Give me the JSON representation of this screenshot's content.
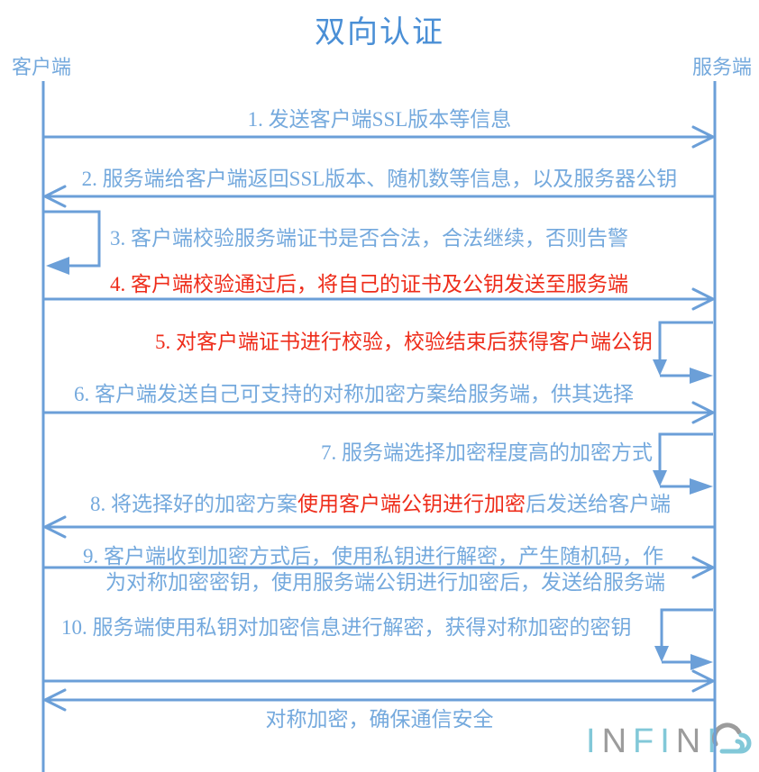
{
  "title": "双向认证",
  "actors": {
    "client": "客户端",
    "server": "服务端"
  },
  "messages": [
    {
      "n": 1,
      "label": "1. 发送客户端SSL版本等信息",
      "from": "client",
      "to": "server",
      "style": "blue"
    },
    {
      "n": 2,
      "label": "2. 服务端给客户端返回SSL版本、随机数等信息，以及服务器公钥",
      "from": "server",
      "to": "client",
      "style": "blue"
    },
    {
      "n": 3,
      "label": "3. 客户端校验服务端证书是否合法，合法继续，否则告警",
      "type": "self-loop",
      "actor": "client",
      "style": "blue"
    },
    {
      "n": 4,
      "label": "4. 客户端校验通过后，将自己的证书及公钥发送至服务端",
      "from": "client",
      "to": "server",
      "style": "red"
    },
    {
      "n": 5,
      "label": "5. 对客户端证书进行校验，校验结束后获得客户端公钥",
      "type": "self-loop",
      "actor": "server",
      "style": "red"
    },
    {
      "n": 6,
      "label": "6. 客户端发送自己可支持的对称加密方案给服务端，供其选择",
      "from": "client",
      "to": "server",
      "style": "blue"
    },
    {
      "n": 7,
      "label": "7. 服务端选择加密程度高的加密方式",
      "type": "self-loop",
      "actor": "server",
      "style": "blue"
    },
    {
      "n": 8,
      "parts": [
        "8. 将选择好的加密方案",
        "使用客户端公钥进行加密",
        "后发送给客户端"
      ],
      "from": "server",
      "to": "client",
      "style": "blue-red-blue"
    },
    {
      "n": 9,
      "lines": [
        "9. 客户端收到加密方式后，使用私钥进行解密，产生随机码，作",
        "为对称加密密钥，使用服务端公钥进行加密后，发送给服务端"
      ],
      "from": "client",
      "to": "server",
      "style": "blue"
    },
    {
      "n": 10,
      "label": "10. 服务端使用私钥对加密信息进行解密，获得对称加密的密钥",
      "type": "self-loop",
      "actor": "server",
      "style": "blue"
    }
  ],
  "final_exchange": {
    "label": "对称加密，确保通信安全",
    "arrows": [
      "client-to-server",
      "server-to-client"
    ]
  },
  "logo": {
    "brand": "INFINI",
    "letters": [
      "I",
      "N",
      "F",
      "I",
      "N",
      "I"
    ],
    "icon": "cloud"
  },
  "colors": {
    "line_blue": "#6b9fd8",
    "text_blue": "#74a9dd",
    "title_blue": "#4a8fd6",
    "accent_red": "#ee2c1a",
    "logo_teal": "#82c8d8",
    "logo_gray": "#9c9c9c"
  }
}
